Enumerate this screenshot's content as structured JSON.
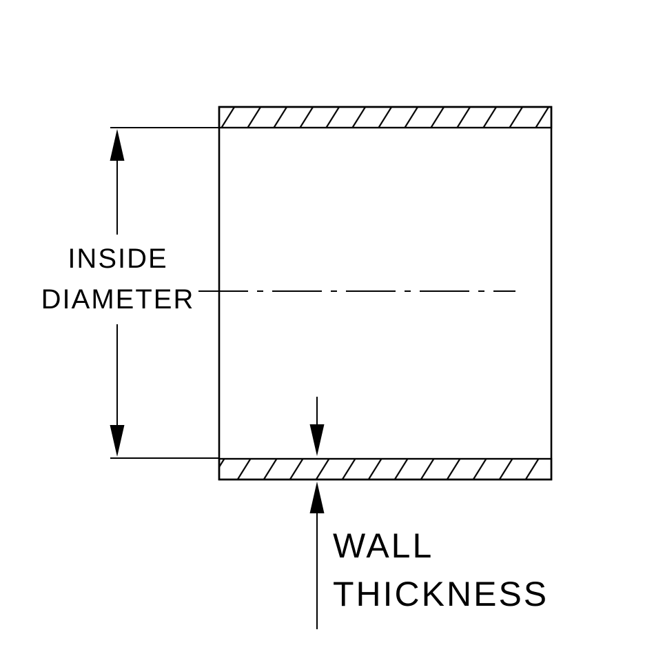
{
  "labels": {
    "inside_diameter_line1": "INSIDE",
    "inside_diameter_line2": "DIAMETER",
    "wall_thickness_line1": "WALL",
    "wall_thickness_line2": "THICKNESS"
  },
  "colors": {
    "line": "#000000",
    "background": "#ffffff"
  }
}
